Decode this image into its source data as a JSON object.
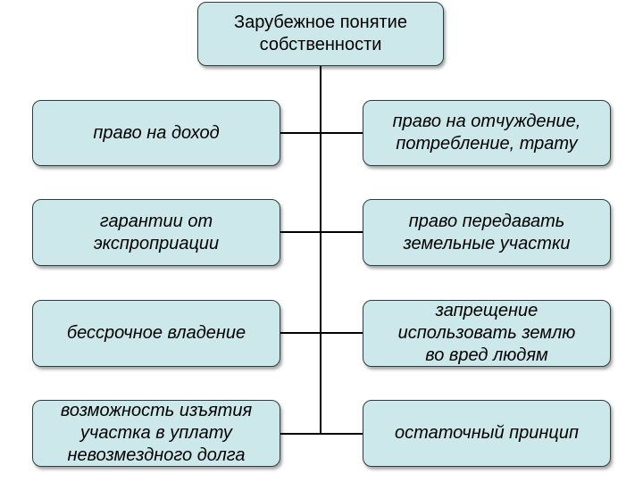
{
  "root": {
    "label": "Зарубежное понятие\nсобственности"
  },
  "left": [
    {
      "label": "право на доход"
    },
    {
      "label": "гарантии от\nэкспроприации"
    },
    {
      "label": "бессрочное владение"
    },
    {
      "label": "возможность изъятия\nучастка в уплату\nневозмездного долга"
    }
  ],
  "right": [
    {
      "label": "право на отчуждение,\nпотребление, трату"
    },
    {
      "label": "право передавать\nземельные участки"
    },
    {
      "label": "запрещение\nиспользовать землю\nво вред людям"
    },
    {
      "label": "остаточный принцип"
    }
  ],
  "colors": {
    "box_fill": "#cde8ea",
    "box_border": "#2c3e42",
    "connector": "#000000",
    "background": "#ffffff"
  }
}
